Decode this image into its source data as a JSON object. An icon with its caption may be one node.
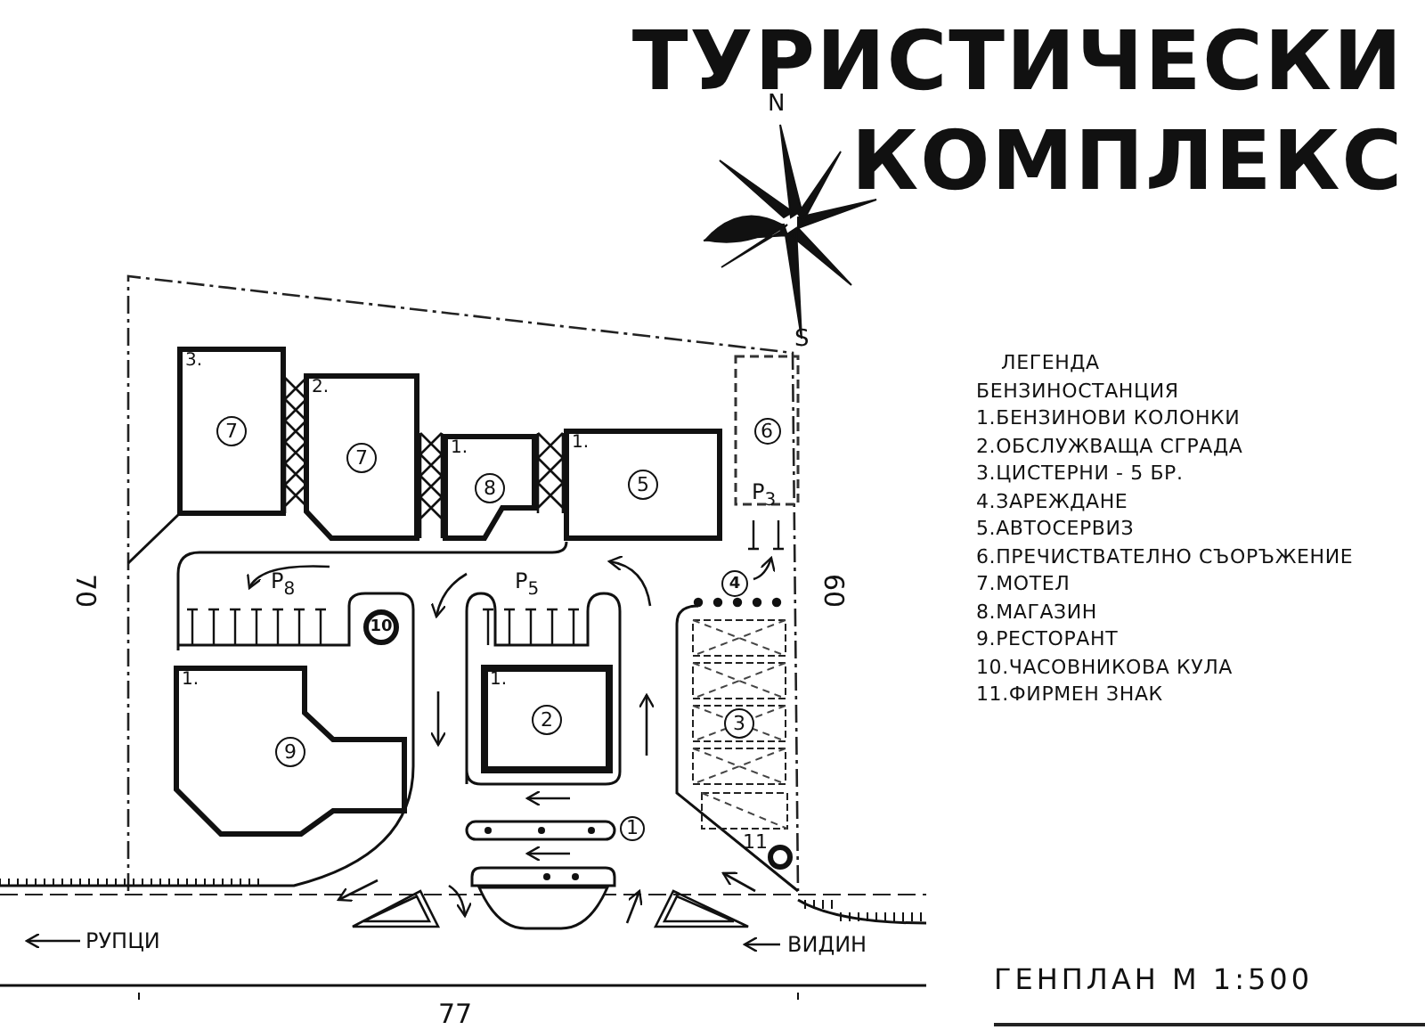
{
  "diagram": {
    "title": "ТУРИСТИЧЕСКИ КОМПЛЕКС",
    "caption": "ГЕНПЛАН М 1:500",
    "nodes": [
      {
        "text": [
          "3.",
          "7"
        ]
      },
      {
        "text": [
          "2.",
          "7"
        ]
      },
      {
        "text": [
          "1.",
          "8"
        ]
      },
      {
        "text": [
          "1.",
          "5"
        ]
      },
      {
        "text": [
          "6"
        ]
      },
      {
        "text": [
          "4"
        ]
      },
      {
        "text": [
          "10"
        ]
      },
      {
        "text": [
          "1.",
          "9"
        ]
      },
      {
        "text": [
          "1.",
          "2"
        ]
      },
      {
        "text": [
          "3"
        ]
      },
      {
        "text": [],
        "shape": "bar",
        "beside": [
          "1"
        ]
      },
      {
        "text": [],
        "shape": "circle",
        "beside": [
          "11"
        ]
      },
      {
        "text": [],
        "shape": "bar"
      }
    ],
    "labels": [
      "N",
      "S",
      "ЛЕГЕНДА",
      "БЕНЗИНОСТАНЦИЯ",
      "1.БЕНЗИНОВИ КОЛОНКИ",
      "2.ОБСЛУЖВАЩА СГРАДА",
      "3.ЦИСТЕРНИ - 5 БР.",
      "4.ЗАРЕЖДАНЕ",
      "5.АВТОСЕРВИЗ",
      "6.ПРЕЧИСТВАТЕЛНО СЪОРЪЖЕНИЕ",
      "7.МОТЕЛ",
      "8.МАГАЗИН",
      "9.РЕСТОРАНТ",
      "10.ЧАСОВНИКОВА КУЛА",
      "11.ФИРМЕН ЗНАК",
      "P$_{3}$",
      "P$_{8}$",
      "P$_{5}$",
      "70",
      "60",
      "РУПЦИ",
      "ВИДИН",
      "77"
    ]
  }
}
